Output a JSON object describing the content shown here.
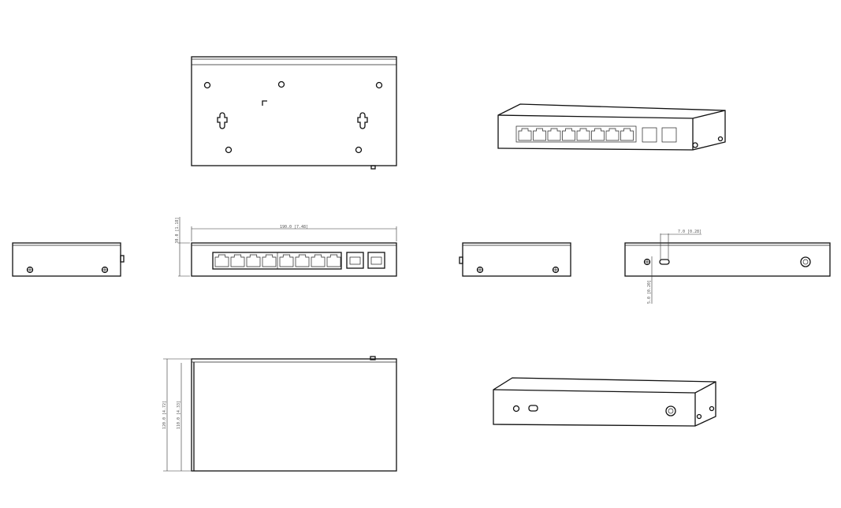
{
  "title": "Ethernet switch dimension drawing",
  "dimensions": {
    "width": "190.0 [7.48]",
    "height": "30.0 [1.18]",
    "slot_offset": "7.0 [0.28]",
    "slot_height": "5.0 [0.20]",
    "depth_overall": "120.0 [4.72]",
    "depth_body": "110.0 [4.33]"
  },
  "ports": {
    "rj45_count": 8,
    "sfp_count": 2
  },
  "colors": {
    "line": "#111111",
    "background": "#ffffff"
  }
}
